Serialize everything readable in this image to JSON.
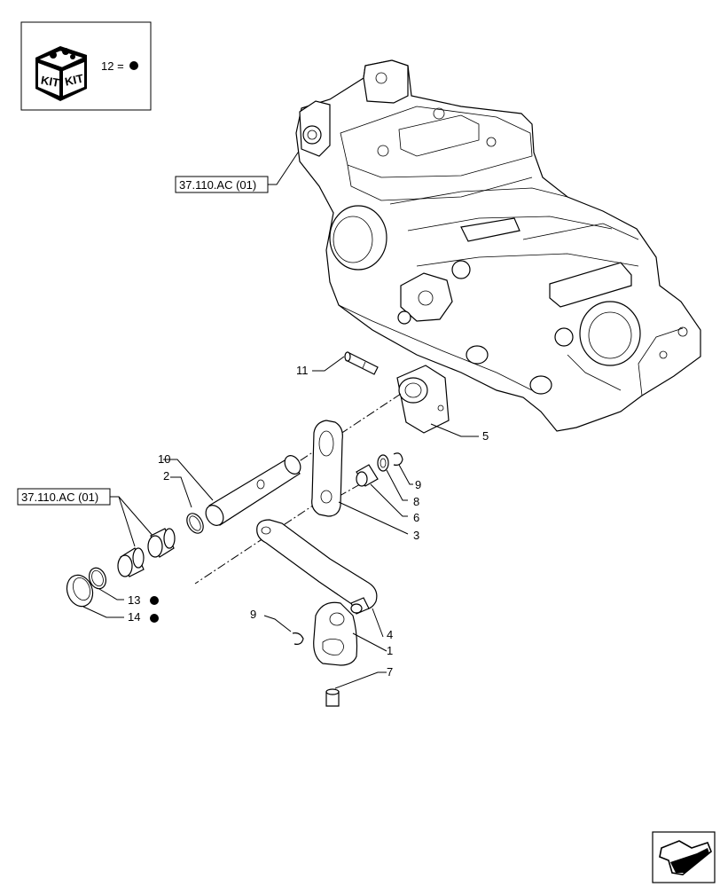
{
  "kit_box": {
    "icon_text_left": "KIT",
    "icon_text_right": "KIT",
    "legend": "12 ="
  },
  "references": {
    "top": "37.110.AC (01)",
    "left": "37.110.AC (01)"
  },
  "callouts": {
    "c1": "1",
    "c2": "2",
    "c3": "3",
    "c4": "4",
    "c5": "5",
    "c6": "6",
    "c7": "7",
    "c8": "8",
    "c9a": "9",
    "c9b": "9",
    "c10": "10",
    "c11": "11",
    "c13": "13",
    "c14": "14"
  },
  "icons": {
    "kit": "kit-box-icon",
    "bullet": "filled-circle-icon",
    "nav": "next-page-arrow-icon"
  },
  "colors": {
    "line": "#000000",
    "background": "#ffffff"
  }
}
